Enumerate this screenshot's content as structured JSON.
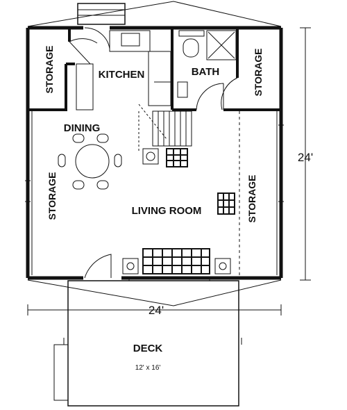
{
  "rooms": {
    "storage_nw": "STORAGE",
    "kitchen": "KITCHEN",
    "bath": "BATH",
    "storage_ne": "STORAGE",
    "dining": "DINING",
    "storage_w": "STORAGE",
    "living_room": "LIVING ROOM",
    "storage_e": "STORAGE",
    "deck": "DECK",
    "deck_size": "12' x 16'"
  },
  "dimensions": {
    "depth": "24'",
    "width": "24'"
  }
}
